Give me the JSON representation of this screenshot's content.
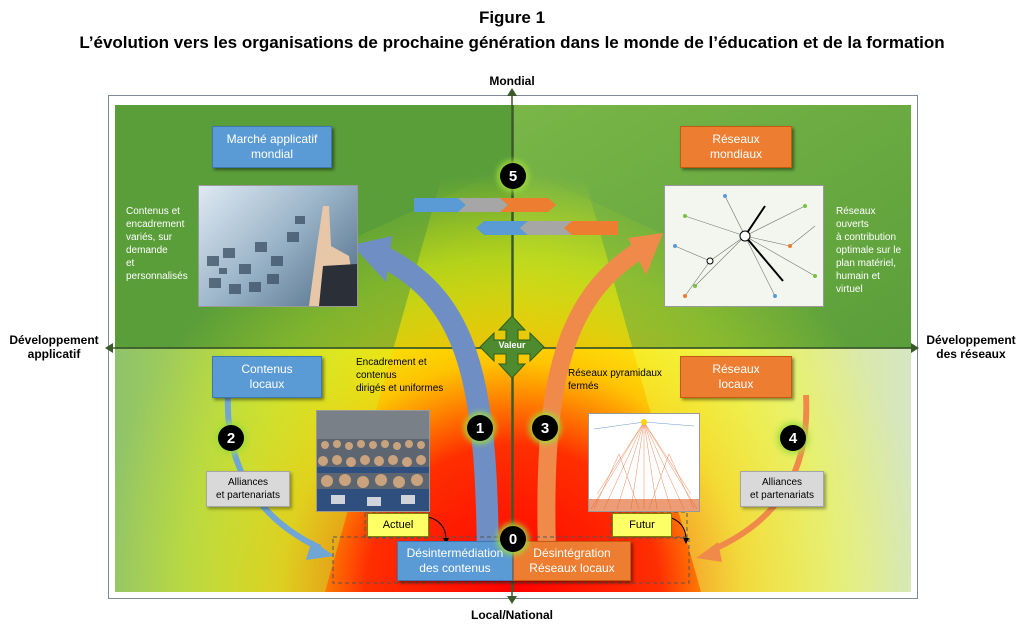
{
  "title": {
    "line1": "Figure 1",
    "line2": "L’évolution vers les organisations de prochaine génération dans le monde de l’éducation et de la formation"
  },
  "axes": {
    "top": "Mondial",
    "bottom": "Local/National",
    "left_line1": "Développement",
    "left_line2": "applicatif",
    "right_line1": "Développement",
    "right_line2": "des réseaux",
    "center": "Valeur"
  },
  "boxes": {
    "marche_line1": "Marché applicatif",
    "marche_line2": "mondial",
    "reseaux_mondiaux_line1": "Réseaux",
    "reseaux_mondiaux_line2": "mondiaux",
    "contenus_locaux_line1": "Contenus",
    "contenus_locaux_line2": "locaux",
    "reseaux_locaux_line1": "Réseaux",
    "reseaux_locaux_line2": "locaux",
    "alliances_left_line1": "Alliances",
    "alliances_left_line2": "et partenariats",
    "alliances_right_line1": "Alliances",
    "alliances_right_line2": "et partenariats",
    "actuel": "Actuel",
    "futur": "Futur",
    "desintermediation_line1": "Désintermédiation",
    "desintermediation_line2": "des contenus",
    "desintegration_line1": "Désintégration",
    "desintegration_line2": "Réseaux locaux"
  },
  "texts": {
    "left_top": "Contenus et\nencadrement\nvariés, sur\ndemande\net\npersonnalisés",
    "right_top": "Réseaux\nouverts\nà contribution\noptimale sur le\nplan matériel,\nhumain et\nvirtuel",
    "encadrement": "Encadrement et\ncontenus\ndirigés et uniformes",
    "reseaux_pyramidaux": "Réseaux pyramidaux\nfermés"
  },
  "numbers": [
    "0",
    "1",
    "2",
    "3",
    "4",
    "5"
  ],
  "colors": {
    "dark_green": "#5a9e3a",
    "light_green": "#a9d18e",
    "blue": "#5b9bd5",
    "orange": "#ed7d31",
    "gray_arrow": "#a6a6a6",
    "yellow": "#ffff00",
    "red": "#ff0000"
  }
}
